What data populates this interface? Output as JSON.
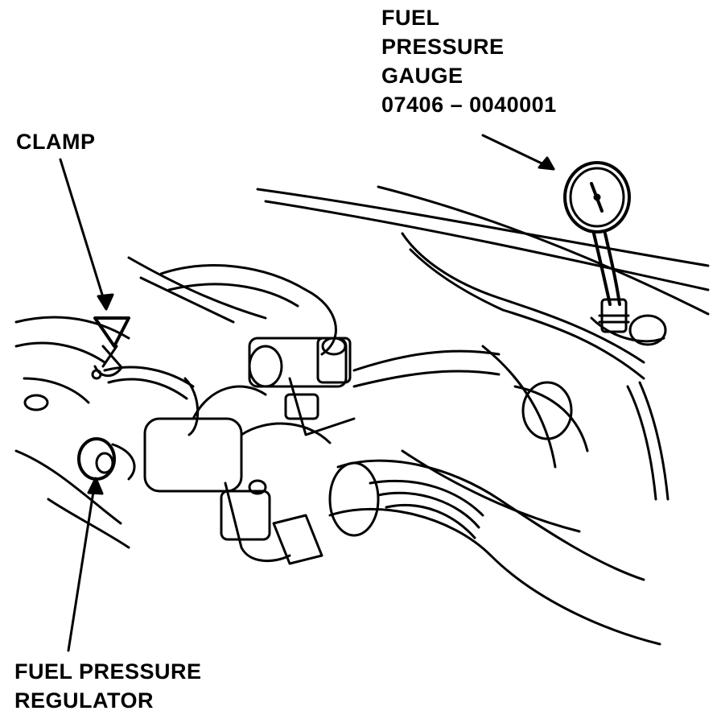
{
  "labels": {
    "fuel_pressure_gauge": {
      "line1": "FUEL",
      "line2": "PRESSURE",
      "line3": "GAUGE",
      "part_number": "07406 – 0040001"
    },
    "clamp": "CLAMP",
    "fuel_pressure_regulator": {
      "line1": "FUEL PRESSURE",
      "line2": "REGULATOR"
    }
  },
  "colors": {
    "ink": "#000000",
    "paper": "#ffffff"
  }
}
